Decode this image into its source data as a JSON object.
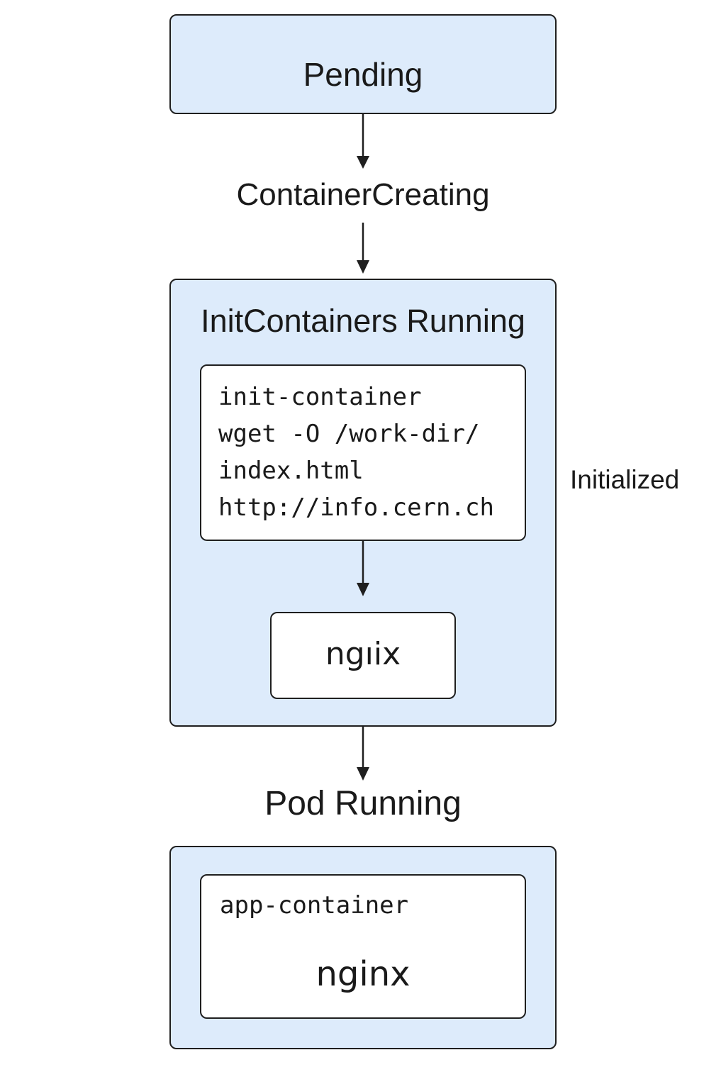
{
  "states": {
    "pending": "Pending",
    "container_creating": "ContainerCreating",
    "init_containers_running": "InitContainers Running",
    "initialized": "Initialized",
    "pod_running": "Pod Running"
  },
  "init_container": {
    "lines": [
      "init-container",
      "wget -O /work-dir/",
      "index.html",
      "http://info.cern.ch"
    ]
  },
  "init_main_container": {
    "label": "ngıix"
  },
  "app_container": {
    "name": "app-container",
    "image": "nginx"
  },
  "colors": {
    "stage_fill": "#ddebfb",
    "inner_fill": "#ffffff",
    "border": "#1f1f1f"
  }
}
